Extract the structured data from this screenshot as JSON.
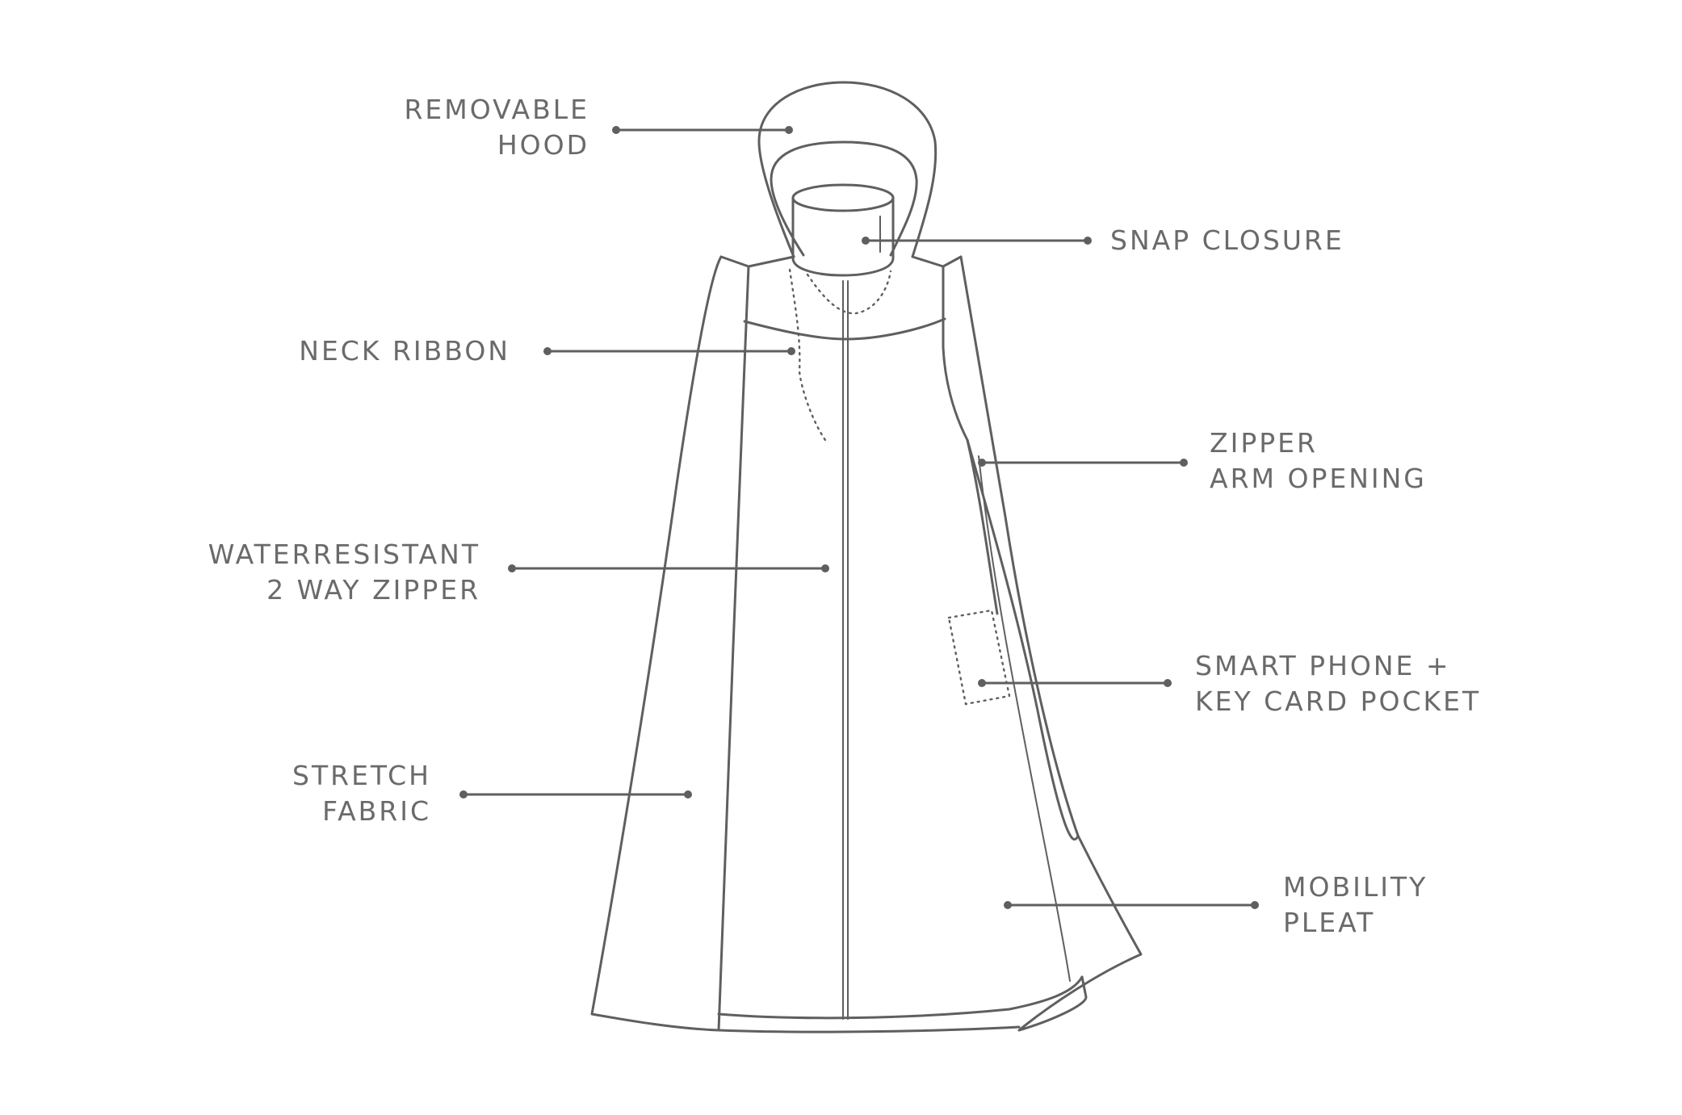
{
  "colors": {
    "line": "#5f5f5f",
    "text": "#6a6a6a",
    "background": "#ffffff"
  },
  "callouts": {
    "removable_hood": [
      "REMOVABLE",
      "HOOD"
    ],
    "snap_closure": [
      "SNAP CLOSURE"
    ],
    "neck_ribbon": [
      "NECK RIBBON"
    ],
    "zipper_arm_opening": [
      "ZIPPER",
      "ARM OPENING"
    ],
    "waterresistant_zipper": [
      "WATERRESISTANT",
      "2 WAY ZIPPER"
    ],
    "smart_phone_pocket": [
      "SMART PHONE +",
      "KEY CARD POCKET"
    ],
    "stretch_fabric": [
      "STRETCH",
      "FABRIC"
    ],
    "mobility_pleat": [
      "MOBILITY",
      "PLEAT"
    ]
  }
}
